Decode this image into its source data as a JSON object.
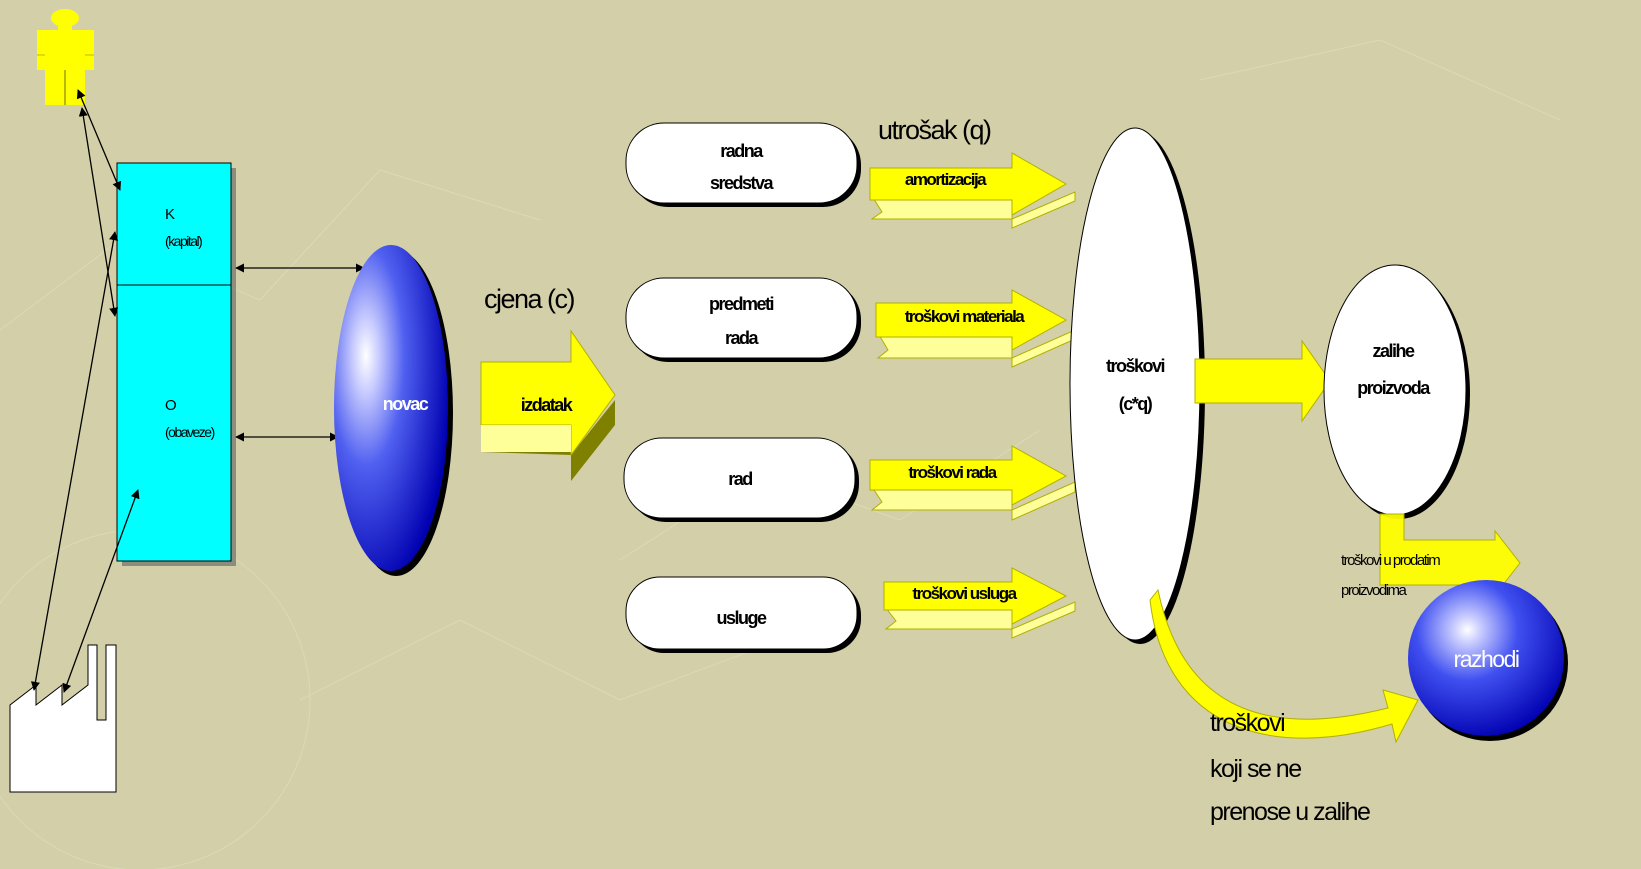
{
  "colors": {
    "background": "#d3cfa8",
    "balance_box": "#00ffff",
    "arrow_yellow": "#ffff00",
    "arrow_yellow_shade": "#ffff99",
    "arrow_olive_shade": "#808000",
    "sphere_blue": "#0000cc",
    "sphere_highlight": "#ffffff"
  },
  "icons": [
    "person-icon",
    "factory-icon"
  ],
  "balance": {
    "capital_letter": "K",
    "capital_label": "(kapital)",
    "obligations_letter": "O",
    "obligations_label": "(obaveze)"
  },
  "money": "novac",
  "price_label": "cjena (c)",
  "outlay": "izdatak",
  "resources": [
    {
      "lines": [
        "radna",
        "sredstva"
      ],
      "cost": "amortizacija"
    },
    {
      "lines": [
        "predmeti",
        "rada"
      ],
      "cost": "troškovi materiala"
    },
    {
      "lines": [
        "rad"
      ],
      "cost": "troškovi rada"
    },
    {
      "lines": [
        "usluge"
      ],
      "cost": "troškovi usluga"
    }
  ],
  "consumption_label": "utrošak (q)",
  "costs": {
    "line1": "troškovi",
    "line2": "(c*q)"
  },
  "inventory": {
    "line1": "zalihe",
    "line2": "proizvoda"
  },
  "sold_costs": {
    "line1": "troškovi u prodatim",
    "line2": "proizvodima"
  },
  "expenses": "razhodi",
  "not_transferred": {
    "line1": "troškovi",
    "line2": "koji se ne",
    "line3": "prenose u zalihe"
  }
}
